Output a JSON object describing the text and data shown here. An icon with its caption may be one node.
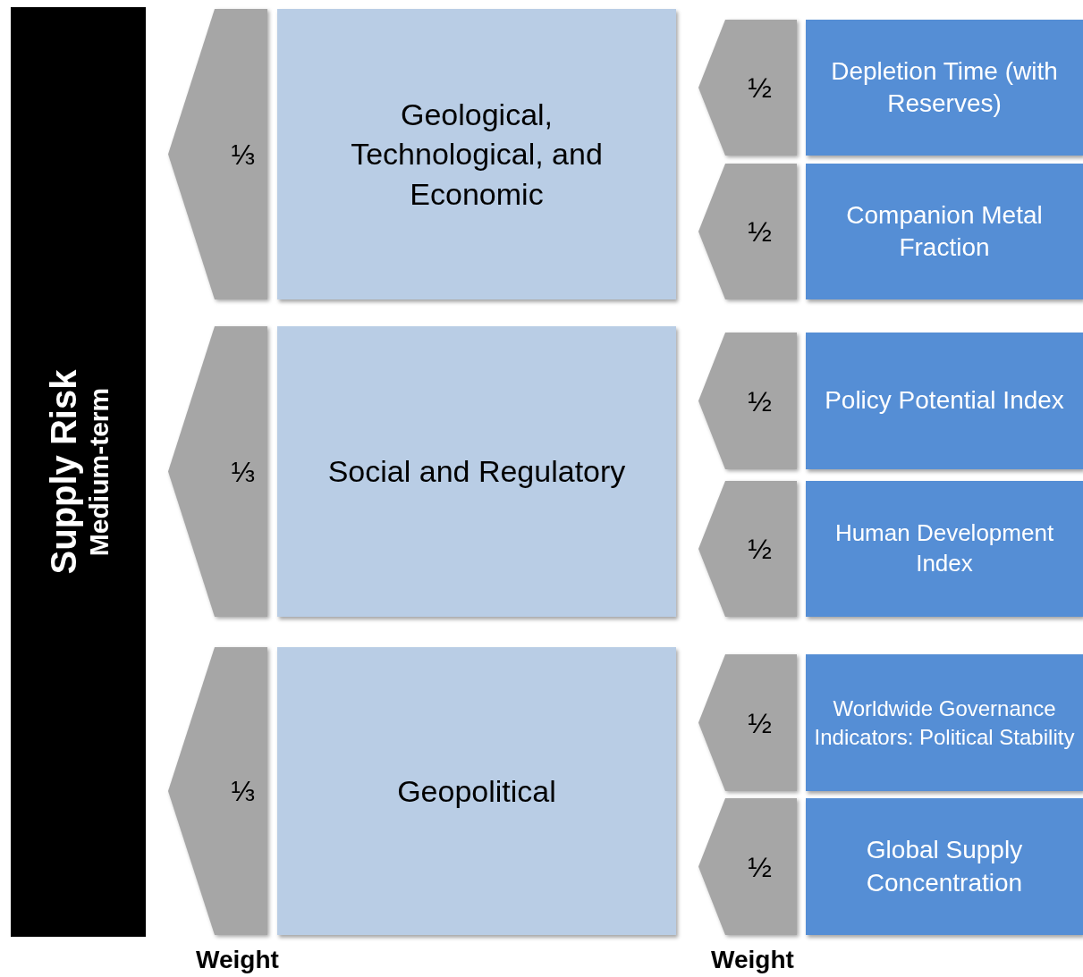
{
  "diagram": {
    "nodes": [
      {
        "text": [
          "Supply Risk",
          "Medium-term"
        ]
      },
      {
        "text": [
          "⅓"
        ]
      },
      {
        "text": [
          "Geological, Technological, and Economic"
        ]
      },
      {
        "text": [
          "½"
        ]
      },
      {
        "text": [
          "Depletion Time (with Reserves)"
        ]
      },
      {
        "text": [
          "½"
        ]
      },
      {
        "text": [
          "Companion Metal Fraction"
        ]
      },
      {
        "text": [
          "⅓"
        ]
      },
      {
        "text": [
          "Social and Regulatory"
        ]
      },
      {
        "text": [
          "½"
        ]
      },
      {
        "text": [
          "Policy Potential Index"
        ]
      },
      {
        "text": [
          "½"
        ]
      },
      {
        "text": [
          "Human Development Index"
        ]
      },
      {
        "text": [
          "⅓"
        ]
      },
      {
        "text": [
          "Geopolitical"
        ]
      },
      {
        "text": [
          "½"
        ]
      },
      {
        "text": [
          "Worldwide Governance Indicators: Political Stability"
        ]
      },
      {
        "text": [
          "½"
        ]
      },
      {
        "text": [
          "Global Supply Concentration"
        ]
      }
    ],
    "labels": [
      "Weight",
      "Weight"
    ]
  }
}
